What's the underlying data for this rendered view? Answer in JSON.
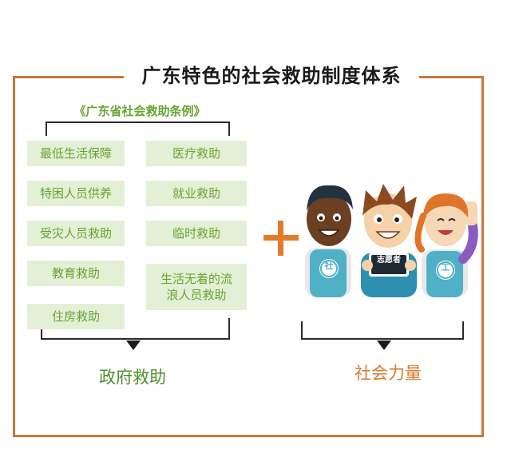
{
  "title": "广东特色的社会救助制度体系",
  "subtitle": "《广东省社会救助条例》",
  "gov_items": [
    "最低生活保障",
    "医疗救助",
    "特困人员供养",
    "就业救助",
    "受灾人员救助",
    "临时救助",
    "教育救助",
    "生活无着的流浪人员救助",
    "住房救助"
  ],
  "gov_label": "政府救助",
  "social_label": "社会力量",
  "volunteer_sign": "志愿者",
  "vest_left_char": "社",
  "vest_right_char": "工",
  "colors": {
    "frame": "#c9773a",
    "green_text": "#6aa234",
    "green_box": "#e4f0d6",
    "orange": "#e37c2a",
    "teal_vest": "#4fb0c6"
  }
}
